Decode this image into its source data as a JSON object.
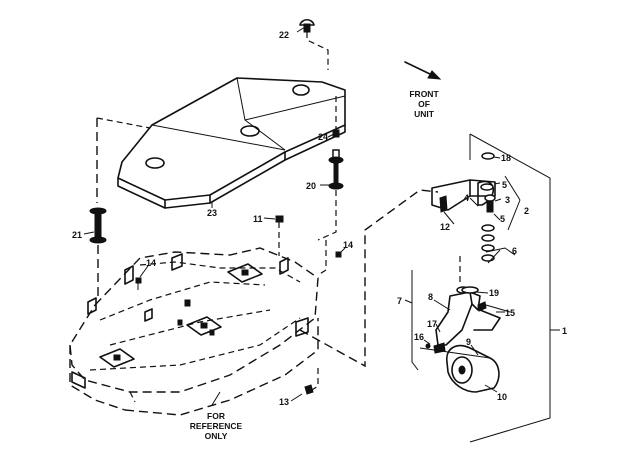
{
  "callouts": {
    "c1": "1",
    "c2": "2",
    "c3": "3",
    "c4": "4",
    "c5a": "5",
    "c5b": "5",
    "c6": "6",
    "c7": "7",
    "c8": "8",
    "c9": "9",
    "c10": "10",
    "c11": "11",
    "c12": "12",
    "c13": "13",
    "c14a": "14",
    "c14b": "14",
    "c15": "15",
    "c16": "16",
    "c17": "17",
    "c18": "18",
    "c19": "19",
    "c20": "20",
    "c21": "21",
    "c22": "22",
    "c23": "23",
    "c24": "24"
  },
  "front_note": {
    "line1": "FRONT",
    "line2": "OF",
    "line3": "UNIT"
  },
  "reference_note": {
    "line1": "FOR",
    "line2": "REFERENCE",
    "line3": "ONLY"
  }
}
